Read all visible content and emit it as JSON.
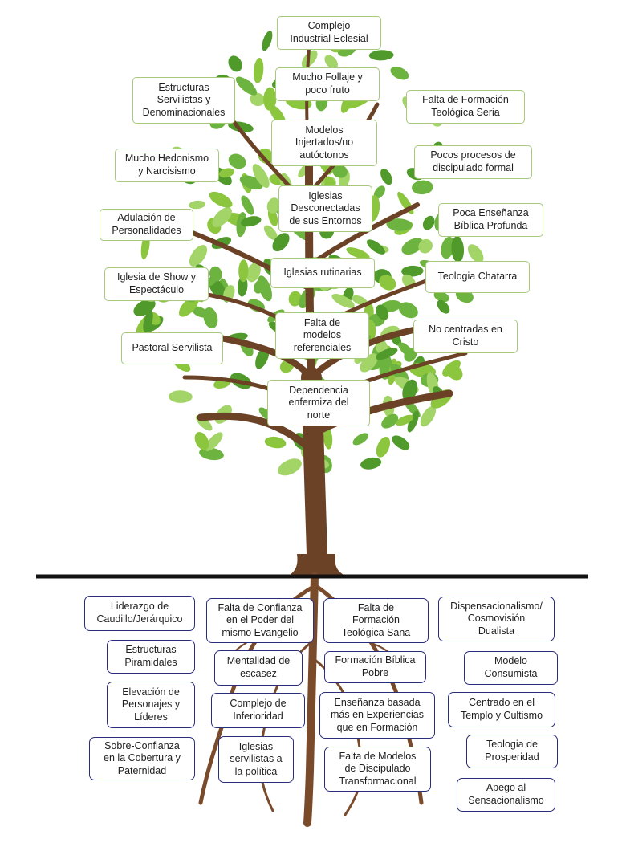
{
  "colors": {
    "trunk": "#6b4226",
    "trunk_light": "#8a5a35",
    "leaf_dark": "#4f9a2a",
    "leaf_light": "#8cc63f",
    "top_border": "#a6c97c",
    "root_border": "#2a2d7a",
    "ground_line": "#111111"
  },
  "canopy": {
    "complejo_industrial": "Complejo\nIndustrial Eclesial",
    "mucho_follaje": "Mucho Follaje y\npoco fruto",
    "modelos_injertados": "Modelos\nInjertados/no\nautóctonos",
    "iglesias_desconectadas": "Iglesias\nDesconectadas\nde sus Entornos",
    "iglesias_rutinarias": "Iglesias rutinarias",
    "falta_modelos": "Falta de\nmodelos\nreferenciales",
    "dependencia": "Dependencia\nenfermiza del\nnorte",
    "estructuras_servilistas": "Estructuras\nServilistas y\nDenominacionales",
    "hedonismo": "Mucho Hedonismo\ny Narcisismo",
    "adulacion": "Adulación de\nPersonalidades",
    "show": "Iglesia de Show  y\nEspectáculo",
    "pastoral": "Pastoral Servilista",
    "falta_formacion_seria": "Falta de Formación\nTeológica Seria",
    "pocos_procesos": "Pocos procesos de\ndiscipulado formal",
    "poca_ensenanza": "Poca Enseñanza\nBíblica Profunda",
    "teologia_chatarra": "Teologia Chatarra",
    "no_centradas": "No centradas en\nCristo"
  },
  "roots": {
    "liderazgo": "Liderazgo de\nCaudillo/Jerárquico",
    "piramidales": "Estructuras\nPiramidales",
    "elevacion": "Elevación de\nPersonajes y\nLíderes",
    "sobre_confianza": "Sobre-Confianza\nen la Cobertura y\nPaternidad",
    "falta_confianza": "Falta de Confianza\nen el Poder del\nmismo Evangelio",
    "escasez": "Mentalidad de\nescasez",
    "inferioridad": "Complejo de\nInferioridad",
    "servilistas_politica": "Iglesias\nservilistas a\nla política",
    "formacion_sana": "Falta de\nFormación\nTeológica Sana",
    "formacion_biblica": "Formación Bíblica\nPobre",
    "ensenanza_experiencias": "Enseñanza basada\nmás en Experiencias\nque en Formación",
    "falta_discipulado": "Falta de Modelos\nde Discipulado\nTransformacional",
    "dispensacionalismo": "Dispensacionalismo/\nCosmovisión\nDualista",
    "consumista": "Modelo\nConsumista",
    "templo": "Centrado en el\nTemplo y Cultismo",
    "prosperidad": "Teologia de\nProsperidad",
    "sensacionalismo": "Apego al\nSensacionalismo"
  }
}
